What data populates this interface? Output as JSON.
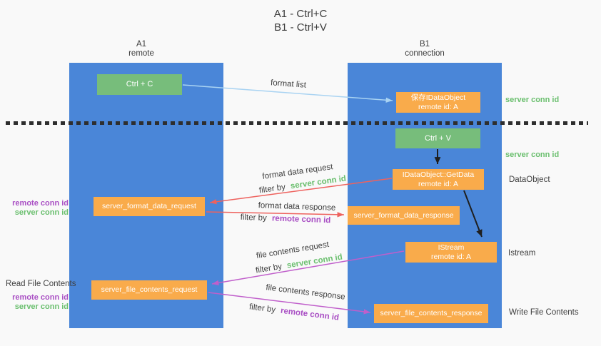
{
  "title": {
    "line1": "A1 - Ctrl+C",
    "line2": "B1 - Ctrl+V"
  },
  "columns": {
    "a1": {
      "name": "A1",
      "role": "remote"
    },
    "b1": {
      "name": "B1",
      "role": "connection"
    }
  },
  "nodes": {
    "ctrl_c": "Ctrl + C",
    "ctrl_v": "Ctrl + V",
    "save_dataobject_l1": "保存IDataObject",
    "save_dataobject_l2": "remote id: A",
    "getdata_l1": "IDataObject::GetData",
    "getdata_l2": "remote id: A",
    "istream_l1": "IStream",
    "istream_l2": "remote id: A",
    "format_request": "server_format_data_request",
    "format_response": "server_format_data_response",
    "file_request": "server_file_contents_request",
    "file_response": "server_file_contents_response"
  },
  "labels": {
    "format_list": "format list",
    "format_data_request": "format data request",
    "format_data_response": "format data response",
    "file_contents_request": "file contents request",
    "file_contents_response": "file contents response",
    "filter_by": "filter by",
    "server_conn_id": "server conn id",
    "remote_conn_id": "remote conn id",
    "read_file_contents": "Read File Contents",
    "write_file_contents": "Write File Contents",
    "dataobject": "DataObject",
    "istream": "Istream"
  },
  "colors": {
    "column_blue": "#4a86d8",
    "box_green": "#77bd7b",
    "box_orange": "#f9ab4b",
    "arrow_light_blue": "#a9d3f2",
    "arrow_red": "#ee625e",
    "arrow_purple": "#c05fcb",
    "arrow_black": "#1f1f1f",
    "text_green": "#6abf6e",
    "text_purple": "#a94fc4",
    "background": "#f9f9f9"
  }
}
